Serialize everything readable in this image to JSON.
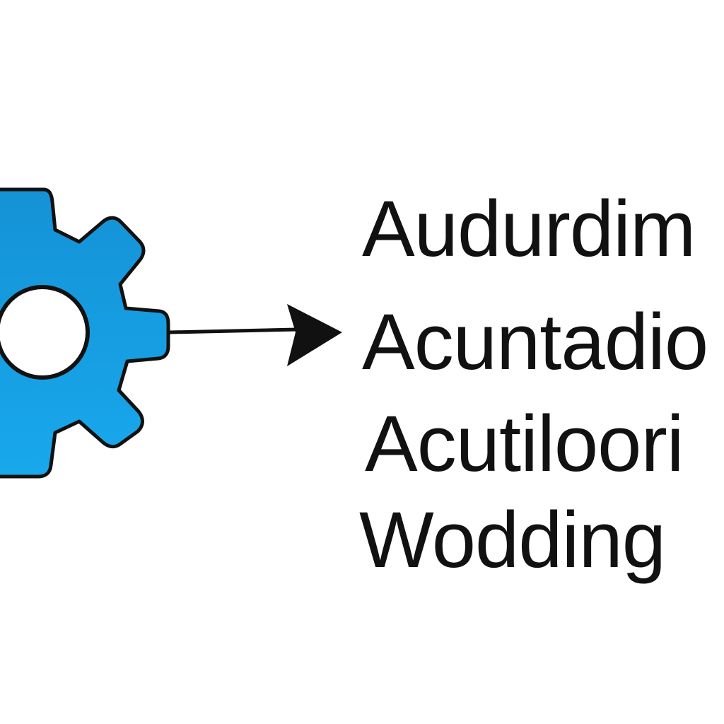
{
  "colors": {
    "gear_fill_top": "#1592d6",
    "gear_fill_bottom": "#18a8ec",
    "outline": "#111111",
    "text": "#111111",
    "background": "#ffffff"
  },
  "icons": {
    "gear": "gear-icon",
    "arrow": "arrow-right-icon"
  },
  "words": [
    "Audurdim",
    "Acuntadio",
    "Acutiloori",
    "Wodding"
  ]
}
